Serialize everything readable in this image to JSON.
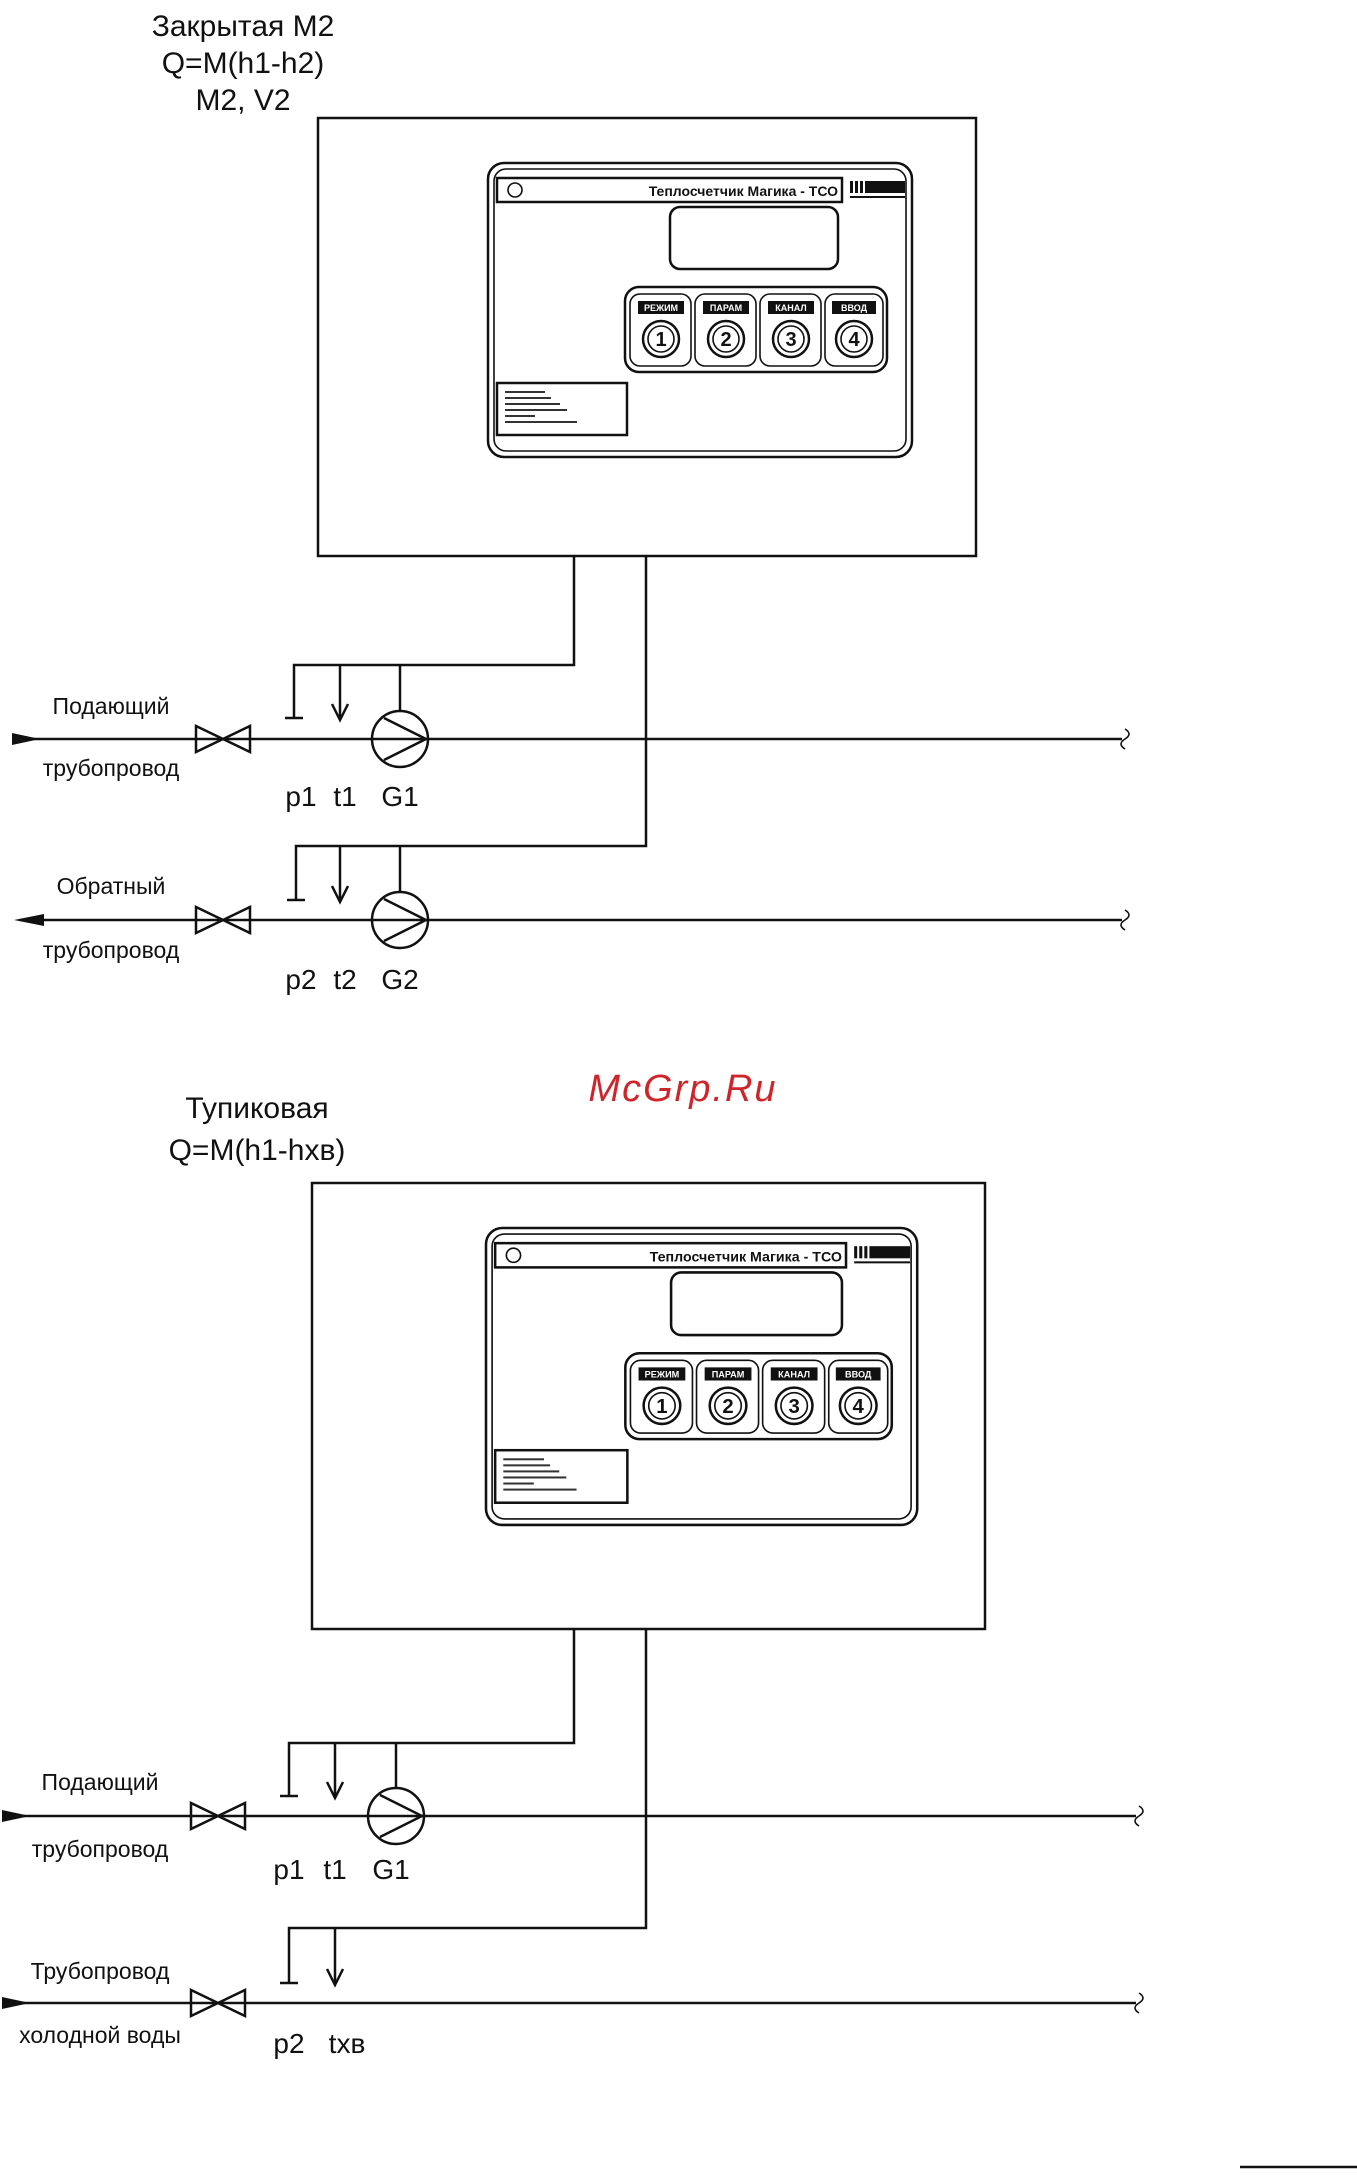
{
  "scheme1": {
    "title": [
      "Закрытая М2",
      "Q=M(h1-h2)",
      "M2, V2"
    ],
    "supply_label": [
      "Подающий",
      "трубопровод"
    ],
    "return_label": [
      "Обратный",
      "трубопровод"
    ],
    "supply_sensors": [
      "p1",
      "t1",
      "G1"
    ],
    "return_sensors": [
      "p2",
      "t2",
      "G2"
    ]
  },
  "scheme2": {
    "title": [
      "Тупиковая",
      "Q=M(h1-hхв)"
    ],
    "supply_label": [
      "Подающий",
      "трубопровод"
    ],
    "cold_label": [
      "Трубопровод",
      "холодной воды"
    ],
    "supply_sensors": [
      "p1",
      "t1",
      "G1"
    ],
    "cold_sensors": [
      "p2",
      "tхв"
    ]
  },
  "device": {
    "title": "Теплосчетчик Магика - ТСО",
    "buttons": [
      {
        "label": "РЕЖИМ",
        "number": "1"
      },
      {
        "label": "ПАРАМ",
        "number": "2"
      },
      {
        "label": "КАНАЛ",
        "number": "3"
      },
      {
        "label": "ВВОД",
        "number": "4"
      }
    ]
  },
  "watermark": "McGrp.Ru",
  "colors": {
    "watermark": "#d0242b",
    "line": "#111111"
  }
}
